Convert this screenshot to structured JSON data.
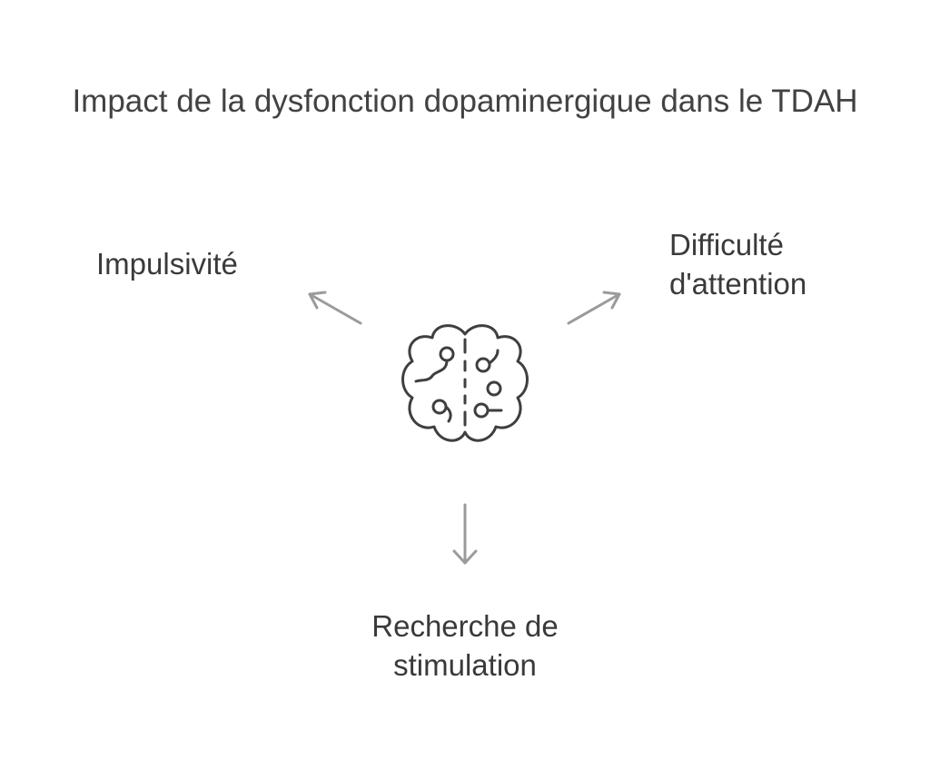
{
  "title": "Impact de la dysfonction dopaminergique dans le TDAH",
  "center": {
    "icon": "brain-icon"
  },
  "branches": {
    "left": {
      "lines": [
        "Impulsivité"
      ]
    },
    "right": {
      "lines": [
        "Difficulté",
        "d'attention"
      ]
    },
    "bottom": {
      "lines": [
        "Recherche de",
        "stimulation"
      ]
    }
  },
  "colors": {
    "text": "#3a3a3a",
    "arrow": "#9b9b9b",
    "icon": "#3f3f3f",
    "background": "#ffffff"
  }
}
